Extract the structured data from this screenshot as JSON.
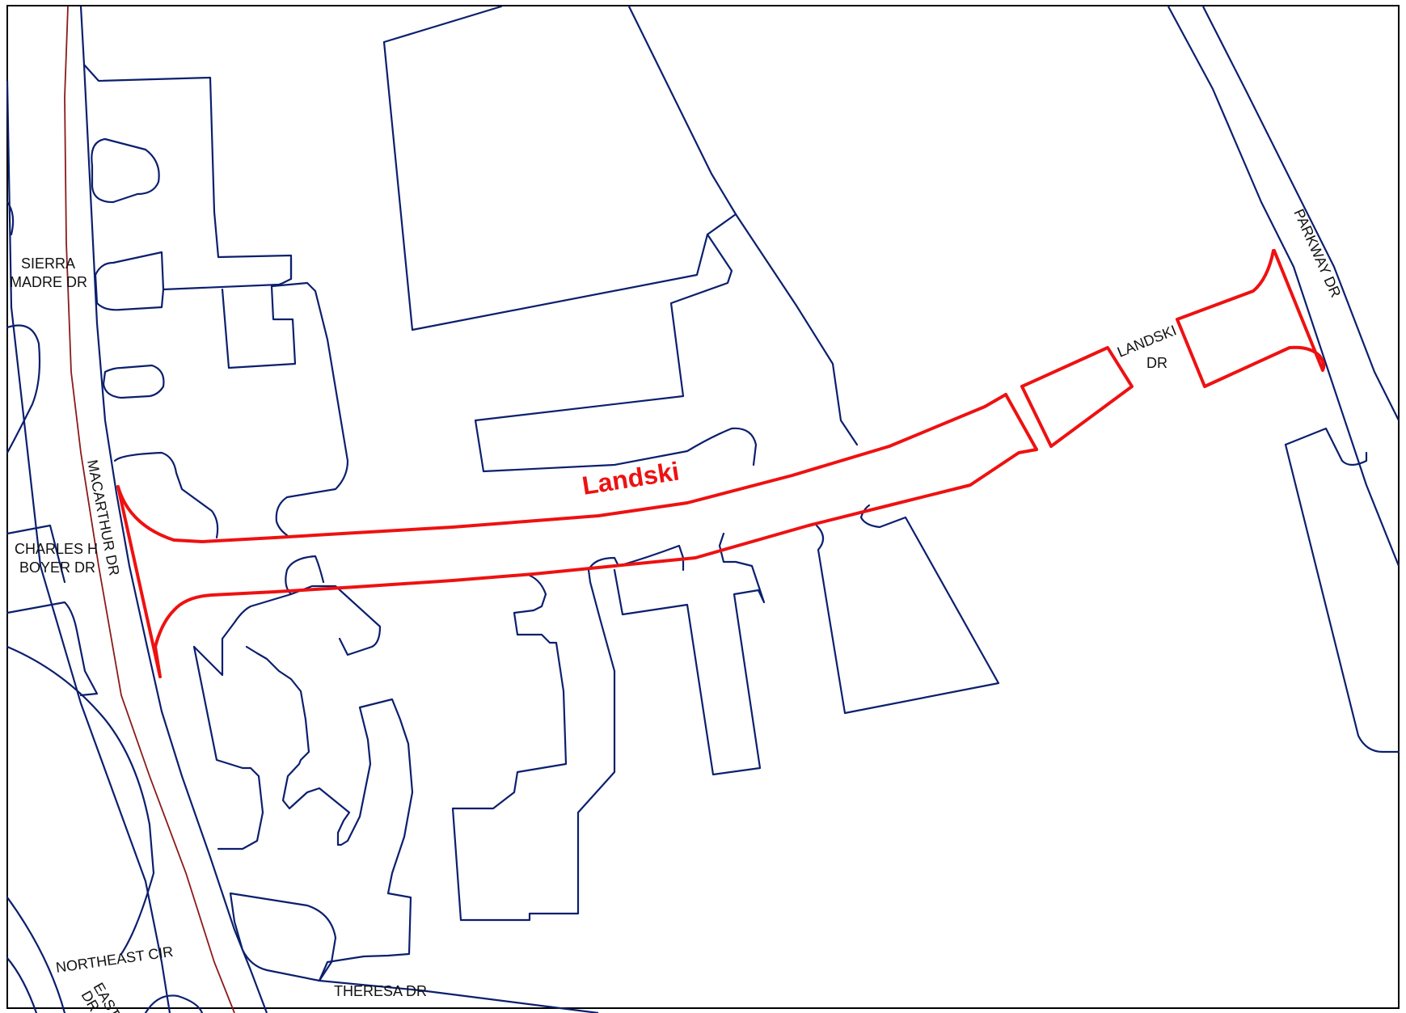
{
  "map": {
    "feature_label": "Landski",
    "colors": {
      "parcel_outline": "#0b1f6e",
      "highlight": "#ee1111",
      "centerline": "#8b1a1a",
      "background": "#ffffff"
    },
    "streets": {
      "sierra_madre_1": "SIERRA",
      "sierra_madre_2": "MADRE DR",
      "charles_boyer_1": "CHARLES H",
      "charles_boyer_2": "BOYER DR",
      "macarthur": "MACARTHUR DR",
      "landski_1": "LANDSKI",
      "landski_2": "DR",
      "parkway": "PARKWAY DR",
      "northeast_cir": "NORTHEAST CIR",
      "east_dr_1": "EAST",
      "east_dr_2": "DR",
      "theresa": "THERESA DR"
    }
  }
}
